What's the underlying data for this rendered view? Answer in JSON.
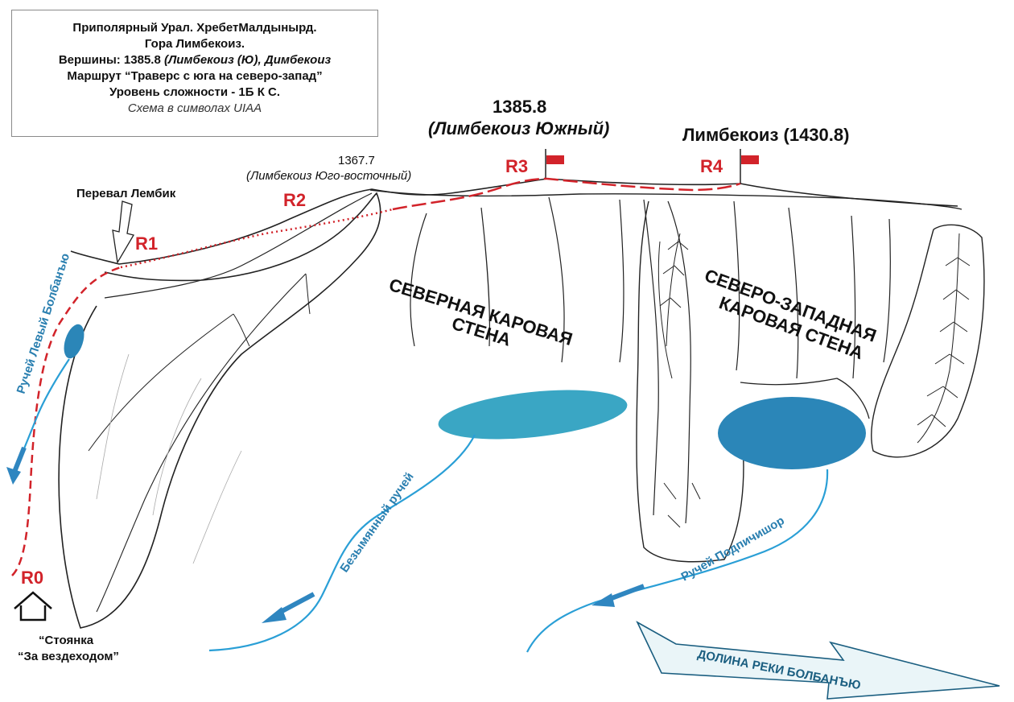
{
  "info": {
    "line1": "Приполярный Урал. ХребетМалдынырд.",
    "line2": "Гора Лимбекоиз.",
    "line3_prefix": "Вершины: 1385.8 ",
    "line3_italic": "(Лимбекоиз (Ю), Димбекоиз",
    "line4": "Маршрут “Траверс с юга на северо-запад”",
    "line5": "Уровень сложности - 1Б К С.",
    "line6": "Схема в символах UIAA"
  },
  "peaks": {
    "p1367_height": "1367.7",
    "p1367_name": "(Лимбекоиз Юго-восточный)",
    "p1385_height": "1385.8",
    "p1385_name": "(Лимбекоиз Южный)",
    "main_peak": "Лимбекоиз (1430.8)"
  },
  "pass": "Перевал Лембик",
  "route_points": [
    "R0",
    "R1",
    "R2",
    "R3",
    "R4"
  ],
  "walls": {
    "north_line1": "СЕВЕРНАЯ КАРОВАЯ",
    "north_line2": "СТЕНА",
    "nw_line1": "СЕВЕРО-ЗАПАДНАЯ",
    "nw_line2": "КАРОВАЯ СТЕНА"
  },
  "streams": {
    "left": "Ручей Левый Болбанъю",
    "nameless": "Безымянный ручей",
    "podpichi": "Ручей Подпичишор"
  },
  "camp": {
    "line1": "“Стоянка",
    "line2": "“За вездеходом”"
  },
  "valley": "ДОЛИНА РЕКИ БОЛБАНЪЮ",
  "colors": {
    "route": "#d2232a",
    "water": "#2a9fd6",
    "lake_dark": "#2b86b8",
    "lake_light": "#3aa6c4"
  }
}
